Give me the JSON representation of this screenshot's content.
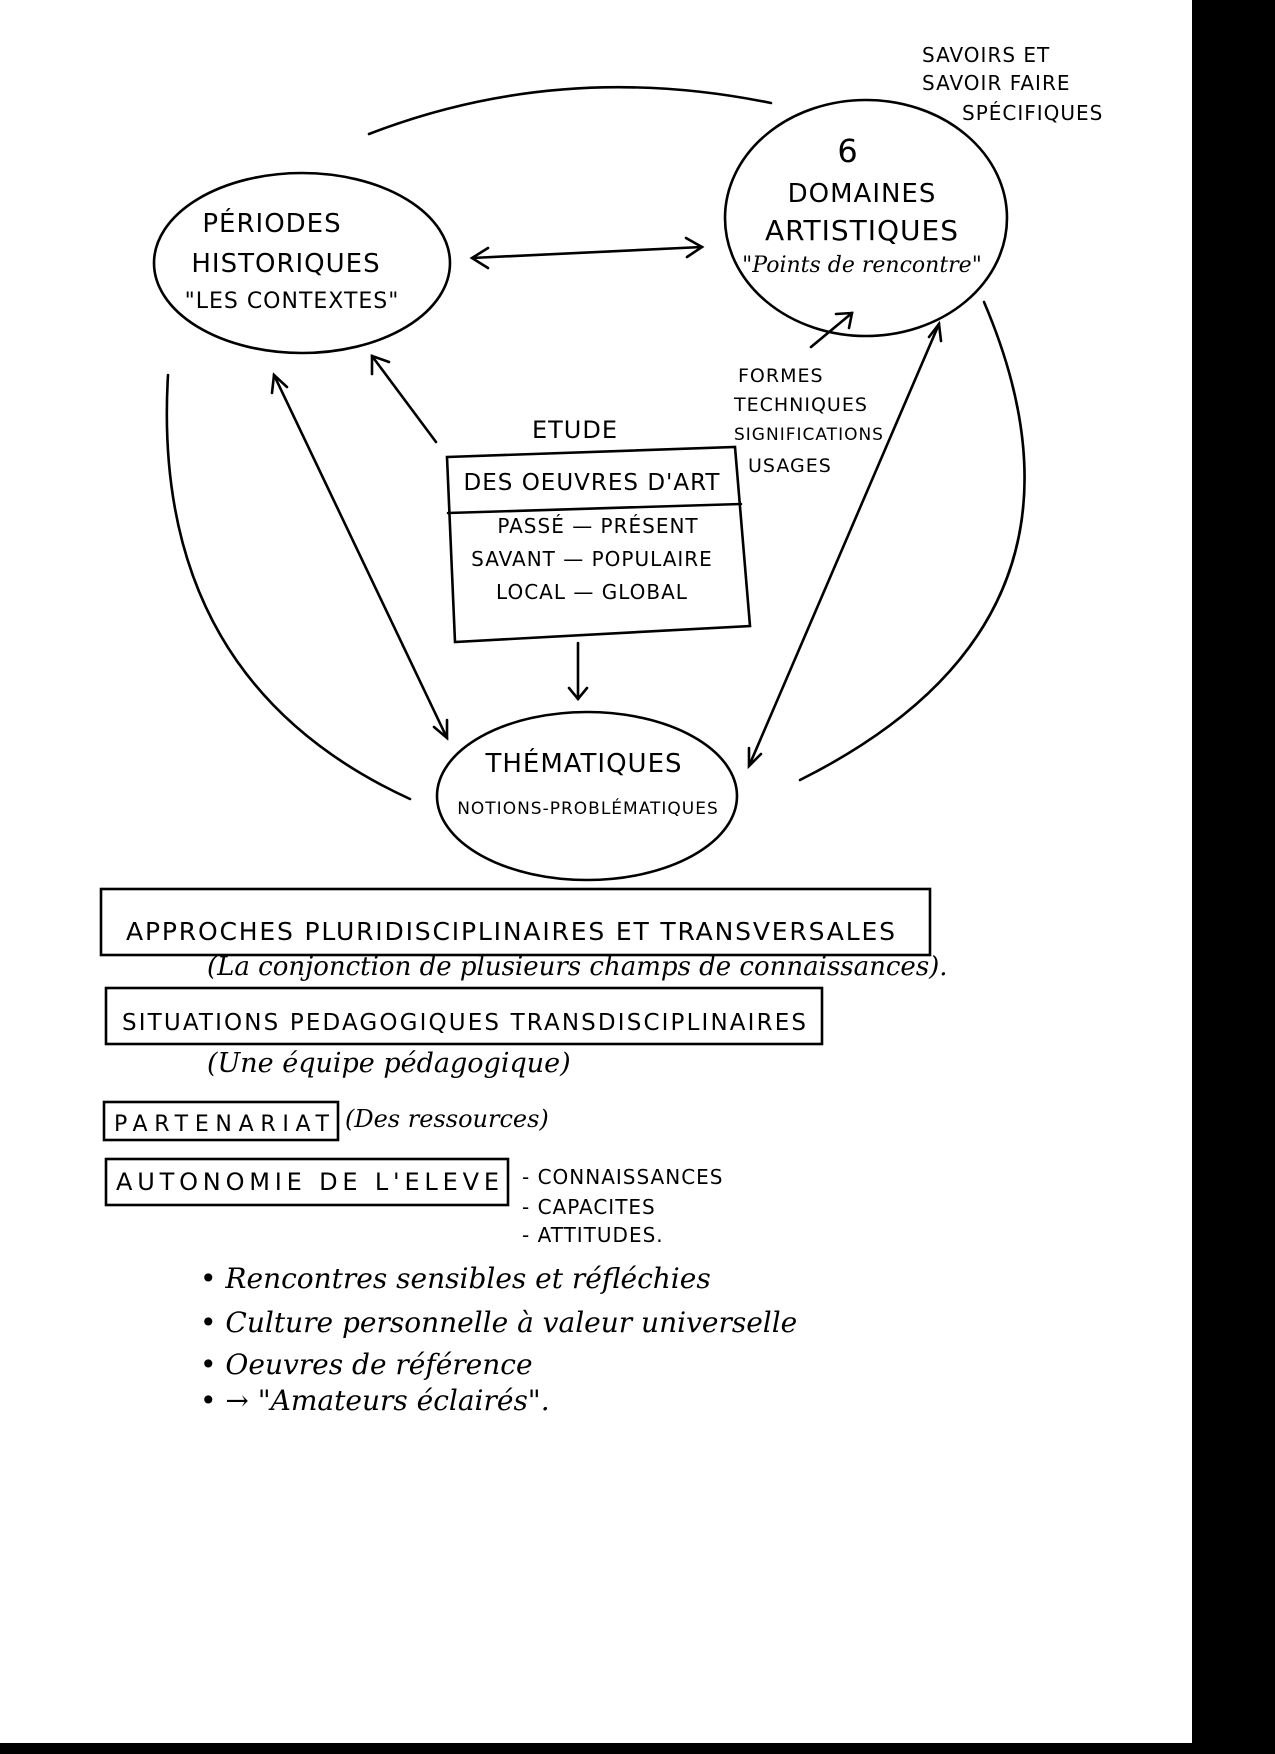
{
  "diagram": {
    "corner_note": [
      "SAVOIRS ET",
      "SAVOIR FAIRE",
      "SPÉCIFIQUES"
    ],
    "periodes": {
      "line1": "PÉRIODES",
      "line2": "HISTORIQUES",
      "line3": "\"LES CONTEXTES\""
    },
    "domaines": {
      "number": "6",
      "line1": "DOMAINES",
      "line2": "ARTISTIQUES",
      "line3": "\"Points de rencontre\""
    },
    "thematiques": {
      "line1": "THÉMATIQUES",
      "line2": "NOTIONS-PROBLÉMATIQUES"
    },
    "etude": {
      "label": "ETUDE",
      "title": "DES OEUVRES D'ART",
      "rows": [
        "PASSÉ — PRÉSENT",
        "SAVANT — POPULAIRE",
        "LOCAL — GLOBAL"
      ]
    },
    "aspects": [
      "FORMES",
      "TECHNIQUES",
      "SIGNIFICATIONS",
      "USAGES"
    ]
  },
  "notes": {
    "approches": {
      "title": "APPROCHES PLURIDISCIPLINAIRES ET TRANSVERSALES",
      "sub": "(La conjonction de plusieurs champs de connaissances)."
    },
    "situations": {
      "title": "SITUATIONS PEDAGOGIQUES TRANSDISCIPLINAIRES",
      "sub": "(Une équipe pédagogique)"
    },
    "partenariat": {
      "title": "PARTENARIAT",
      "sub": "(Des ressources)"
    },
    "autonomie": {
      "title": "AUTONOMIE DE L'ELEVE",
      "items": [
        "- CONNAISSANCES",
        "- CAPACITES",
        "- ATTITUDES."
      ]
    },
    "bullets": [
      "• Rencontres sensibles et réfléchies",
      "• Culture personnelle à valeur universelle",
      "• Oeuvres de référence",
      "• → \"Amateurs éclairés\"."
    ]
  }
}
